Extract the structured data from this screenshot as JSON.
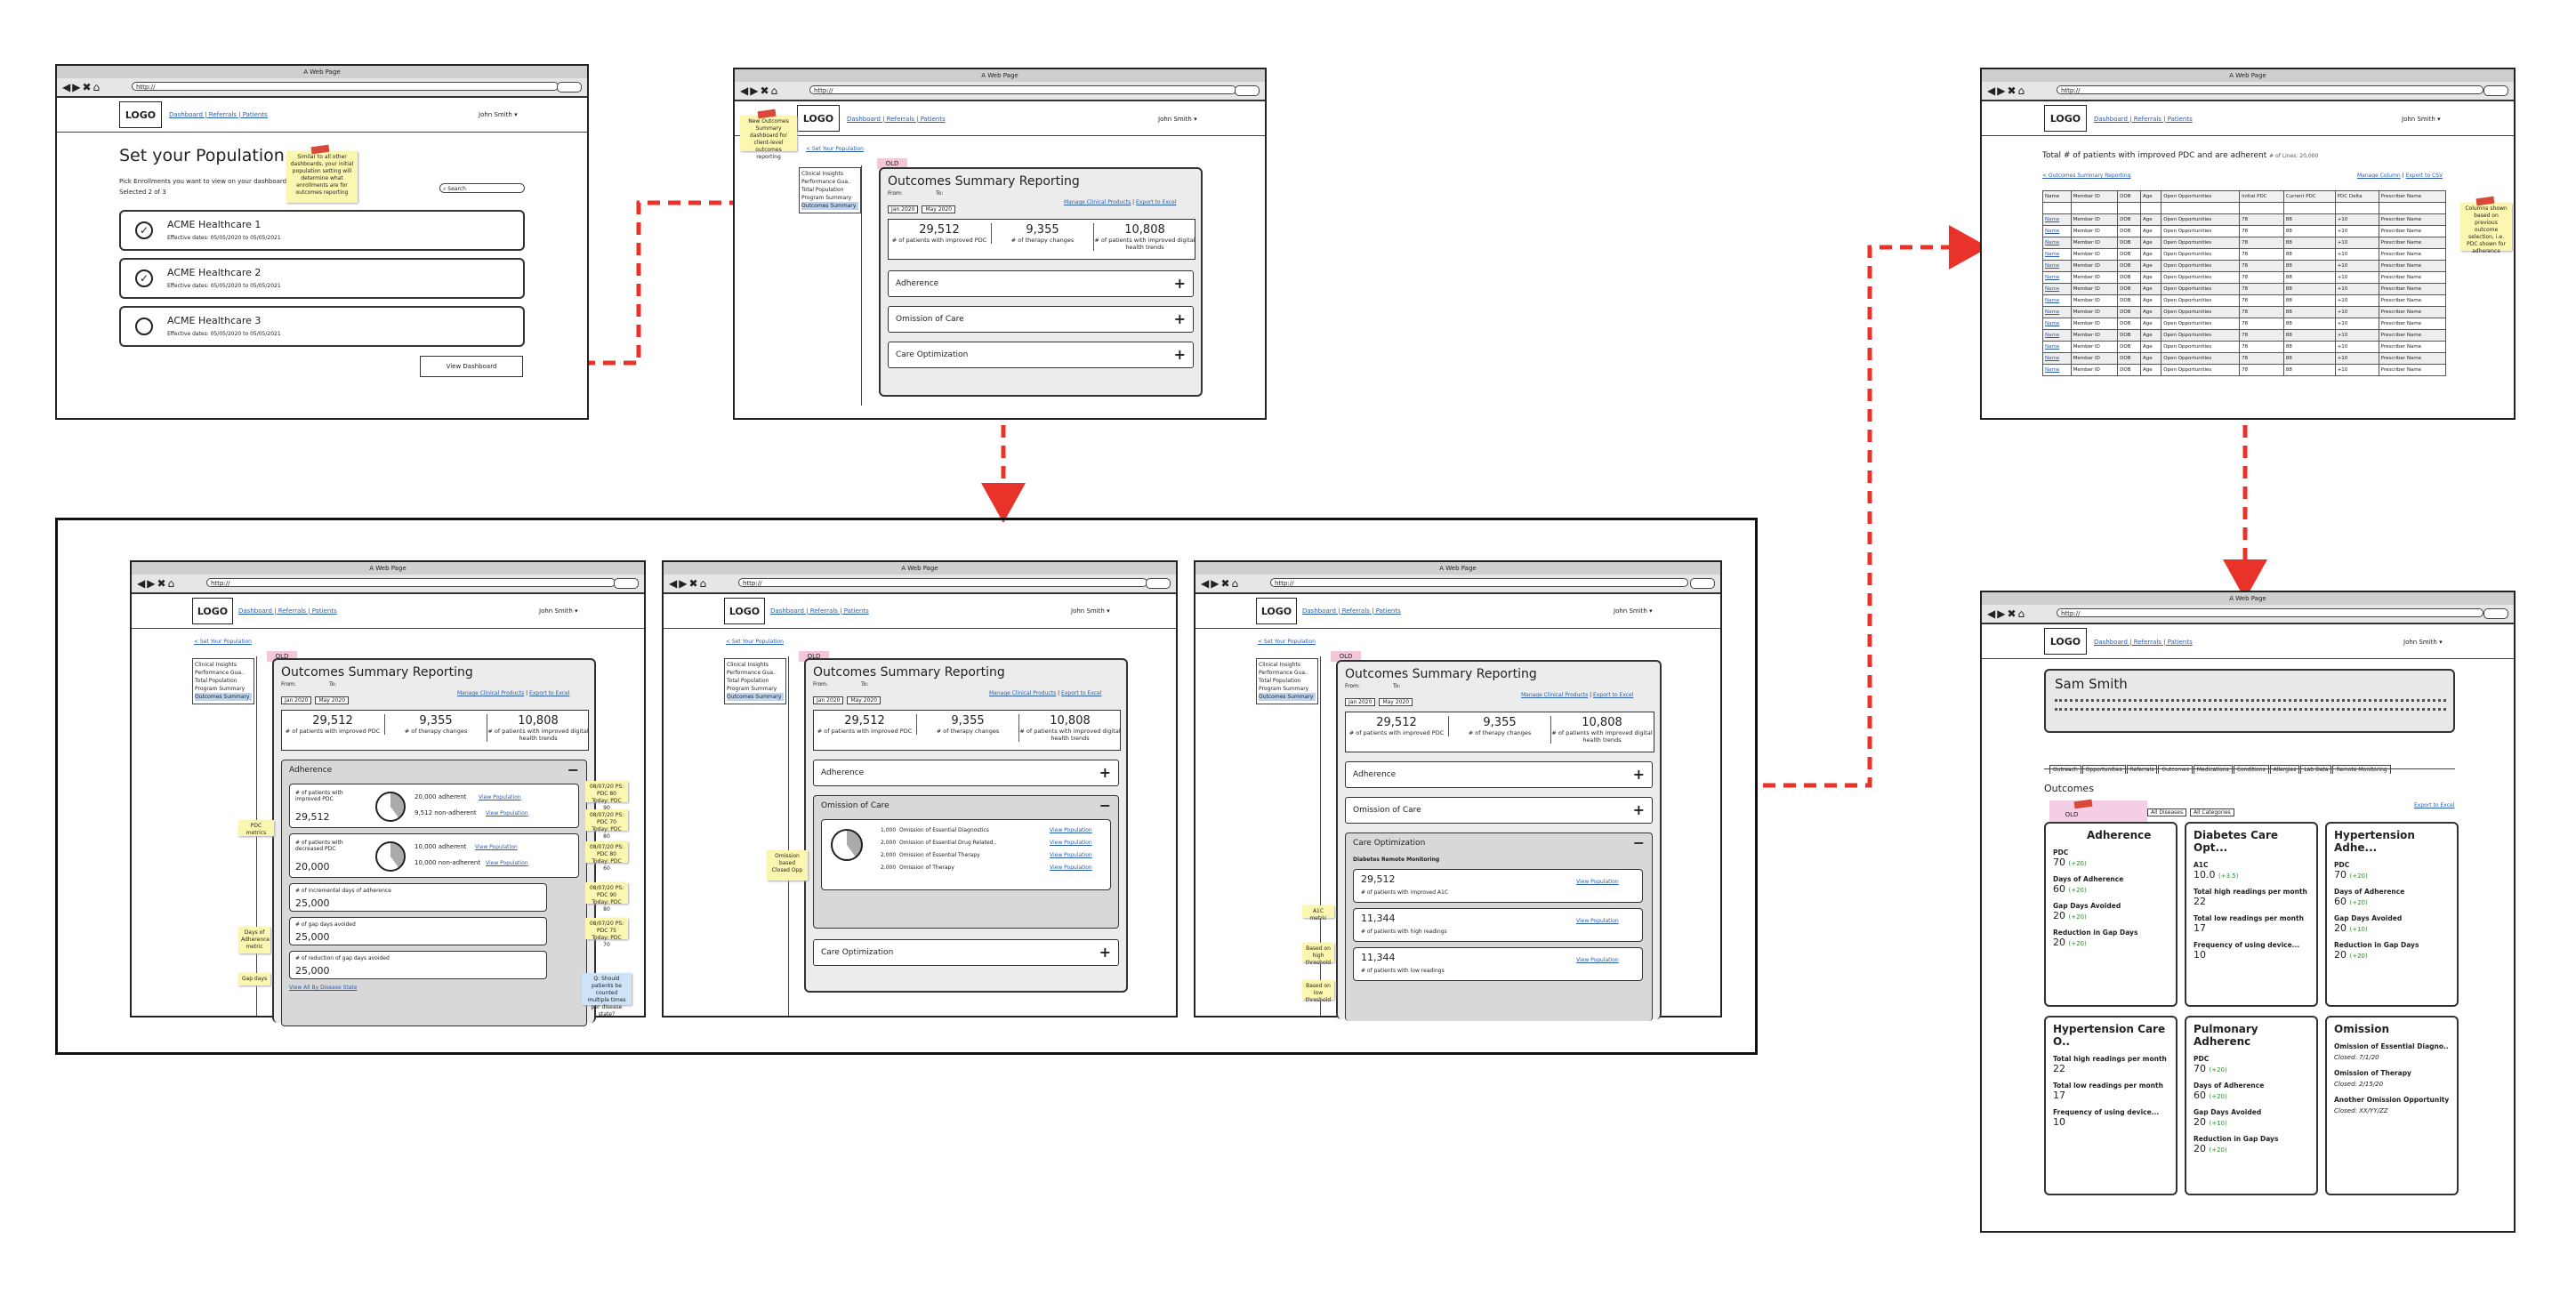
{
  "browser": {
    "title": "A Web Page",
    "url": "http://",
    "logo": "LOGO",
    "nav_links": "Dashboard | Referrals | Patients",
    "user": "John Smith"
  },
  "screen1": {
    "heading": "Set your Population",
    "sub1": "Pick Enrollments you want to view on your dashboard",
    "sub2": "Selected 2 of 3",
    "search": "Search",
    "items": [
      {
        "name": "ACME Healthcare 1",
        "dates": "Effective dates: 05/05/2020 to 05/05/2021",
        "checked": true
      },
      {
        "name": "ACME Healthcare 2",
        "dates": "Effective dates: 05/05/2020 to 05/05/2021",
        "checked": true
      },
      {
        "name": "ACME Healthcare 3",
        "dates": "Effective dates: 05/05/2020 to 05/05/2021",
        "checked": false
      }
    ],
    "button": "View Dashboard",
    "note": "Similar to all other dashboards, your initial population setting will determine what enrollments are for outcomes reporting"
  },
  "summary": {
    "back": "< Set Your Population",
    "old": "OLD",
    "sidebar": [
      "Clinical Insights",
      "Performance Gua..",
      "Total Population",
      "Program Summary",
      "Outcomes Summary"
    ],
    "title": "Outcomes Summary Reporting",
    "from_label": "From:",
    "to_label": "To:",
    "from": "Jan 2020",
    "to": "May 2020",
    "manage": "Manage Clinical Products",
    "export": "Export to Excel",
    "stats": [
      {
        "n": "29,512",
        "l": "# of patients with improved PDC"
      },
      {
        "n": "9,355",
        "l": "# of therapy changes"
      },
      {
        "n": "10,808",
        "l": "# of patients with improved digital health trends"
      }
    ],
    "sections": [
      "Adherence",
      "Omission of Care",
      "Care Optimization"
    ],
    "note": "New Outcomes Summary dashboard for client-level outcomes reporting"
  },
  "adherence": {
    "row1": {
      "label": "# of patients with improved PDC",
      "value": "29,512",
      "a": "20,000 adherent",
      "b": "9,512 non-adherent"
    },
    "row2": {
      "label": "# of patients with decreased PDC",
      "value": "20,000",
      "a": "10,000 adherent",
      "b": "10,000 non-adherent"
    },
    "rows": [
      {
        "label": "# of incremental days of adherence",
        "value": "25,000"
      },
      {
        "label": "# of gap days avoided",
        "value": "25,000"
      },
      {
        "label": "# of reduction of gap days avoided",
        "value": "25,000"
      }
    ],
    "viewpop": "View Population",
    "viewall": "View All By Disease State",
    "notes": [
      "PDC metrics",
      "Days of Adherence metric",
      "Gap days"
    ],
    "right_notes": [
      "08/07/20 PS: PDC 80 Today: PDC 90",
      "08/07/20 PS: PDC 70 Today: PDC 80",
      "08/07/20 PS: PDC 80 Today: PDC 60",
      "08/07/20 PS: PDC 90 Today: PDC 80",
      "08/07/20 PS: PDC 75 Today: PDC 70"
    ],
    "q": "Q: Should patients be counted multiple times per disease state?"
  },
  "omission": {
    "items": [
      {
        "n": "1,000",
        "l": "Omission of Essential Diagnostics"
      },
      {
        "n": "2,000",
        "l": "Omission of Essential Drug Related.."
      },
      {
        "n": "2,000",
        "l": "Omission of Essential Therapy"
      },
      {
        "n": "2,000",
        "l": "Omission of Therapy"
      }
    ],
    "note": "Omission based Closed Opp"
  },
  "careopt": {
    "sub": "Diabetes Remote Monitoring",
    "items": [
      {
        "n": "29,512",
        "l": "# of patients with improved A1C"
      },
      {
        "n": "11,344",
        "l": "# of patients with high readings"
      },
      {
        "n": "11,344",
        "l": "# of patients with low readings"
      }
    ],
    "notes": [
      "A1C metric",
      "Based on high threshold",
      "Based on low threshold"
    ]
  },
  "table": {
    "title": "Total # of patients with improved PDC and are adherent",
    "count": "# of Lines: 20,000",
    "back": "< Outcomes Summary Reporting",
    "manage": "Manage Column",
    "export": "Export to CSV",
    "headers": [
      "Name",
      "Member ID",
      "DOB",
      "Age",
      "Open Opportunities",
      "Initial PDC",
      "Current PDC",
      "PDC Delta",
      "Prescriber Name"
    ],
    "row": [
      "Name",
      "Member ID",
      "DOB",
      "Age",
      "Open Opportunities",
      "78",
      "88",
      "+10",
      "Prescriber Name"
    ],
    "note": "Columns shown based on previous outcome selection, i.e. PDC shown for adherence"
  },
  "member": {
    "name": "Sam Smith",
    "tabs": [
      "Outreach",
      "Opportunities",
      "Referrals",
      "Outcomes",
      "Medications",
      "Conditions",
      "Allergies",
      "Lab Data",
      "Remote Monitoring"
    ],
    "section": "Outcomes",
    "filter1": "All Diseases",
    "filter2": "All Categories",
    "export": "Export to Excel",
    "old": "OLD",
    "cards": [
      {
        "h": "Adherence",
        "rows": [
          [
            "PDC",
            "70",
            "(+20)"
          ],
          [
            "Days of Adherence",
            "60",
            "(+20)"
          ],
          [
            "Gap Days Avoided",
            "20",
            "(+20)"
          ],
          [
            "Reduction in Gap Days",
            "20",
            "(+20)"
          ]
        ]
      },
      {
        "h": "Diabetes Care Opt...",
        "rows": [
          [
            "A1C",
            "10.0",
            "(+3.5)"
          ],
          [
            "Total high readings per month",
            "22",
            ""
          ],
          [
            "Total low readings per month",
            "17",
            ""
          ],
          [
            "Frequency of using device...",
            "10",
            ""
          ]
        ]
      },
      {
        "h": "Hypertension Adhe...",
        "rows": [
          [
            "PDC",
            "70",
            "(+20)"
          ],
          [
            "Days of Adherence",
            "60",
            "(+20)"
          ],
          [
            "Gap Days Avoided",
            "20",
            "(+10)"
          ],
          [
            "Reduction in Gap Days",
            "20",
            "(+20)"
          ]
        ]
      },
      {
        "h": "Hypertension Care O..",
        "rows": [
          [
            "Total high readings per month",
            "22",
            ""
          ],
          [
            "Total low readings per month",
            "17",
            ""
          ],
          [
            "Frequency of using device...",
            "10",
            ""
          ]
        ]
      },
      {
        "h": "Pulmonary Adherenc",
        "rows": [
          [
            "PDC",
            "70",
            "(+20)"
          ],
          [
            "Days of Adherence",
            "60",
            "(+20)"
          ],
          [
            "Gap Days Avoided",
            "20",
            "(+10)"
          ],
          [
            "Reduction in Gap Days",
            "20",
            "(+20)"
          ]
        ]
      },
      {
        "h": "Omission",
        "rows": [
          [
            "Omission of Essential Diagno..",
            "Closed: 7/1/20",
            ""
          ],
          [
            "Omission of Therapy",
            "Closed: 2/15/20",
            ""
          ],
          [
            "Another Omission Opportunity",
            "Closed: XX/YY/ZZ",
            ""
          ]
        ]
      }
    ]
  }
}
